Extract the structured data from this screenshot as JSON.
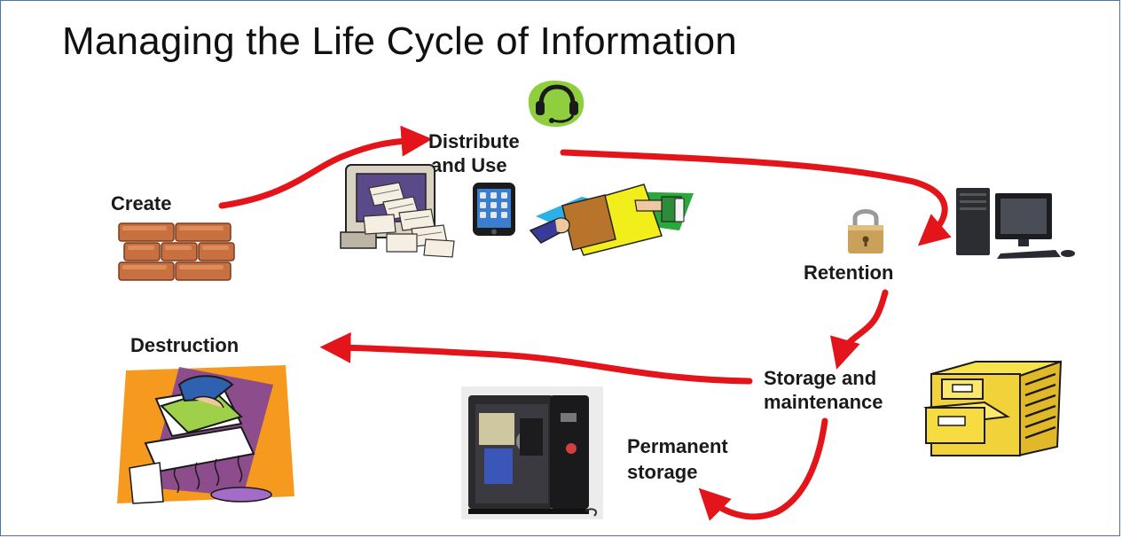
{
  "title": "Managing the Life Cycle of Information",
  "stages": {
    "create": "Create",
    "distribute_line1": "Distribute",
    "distribute_line2": "and Use",
    "retention": "Retention",
    "storage_line1": "Storage and",
    "storage_line2": "maintenance",
    "permanent_line1": "Permanent",
    "permanent_line2": "storage",
    "destruction": "Destruction"
  },
  "colors": {
    "arrow": "#e3151b",
    "frame": "#4a73b5"
  },
  "icons": [
    "brick-wall-icon",
    "headset-icon",
    "computer-mail-icon",
    "smartphone-icon",
    "document-handoff-icon",
    "padlock-icon",
    "desktop-computer-icon",
    "filing-cabinet-icon",
    "safe-icon",
    "paper-shredder-icon"
  ]
}
